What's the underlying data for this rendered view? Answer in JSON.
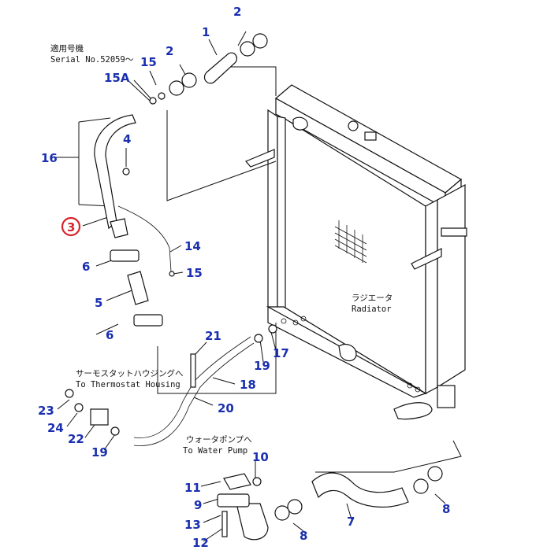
{
  "notes": {
    "applicable_jp": "適用号機",
    "serial": "Serial No.52059～",
    "thermostat_jp": "サーモスタットハウジングへ",
    "thermostat_en": "To Thermostat Housing",
    "waterpump_jp": "ウォータポンプへ",
    "waterpump_en": "To Water Pump",
    "radiator_jp": "ラジエータ",
    "radiator_en": "Radiator"
  },
  "callouts": {
    "c1": "1",
    "c2a": "2",
    "c2b": "2",
    "c3": "3",
    "c4": "4",
    "c5": "5",
    "c6a": "6",
    "c6b": "6",
    "c7": "7",
    "c8a": "8",
    "c8b": "8",
    "c9": "9",
    "c10": "10",
    "c11": "11",
    "c12": "12",
    "c13": "13",
    "c14": "14",
    "c15a": "15",
    "c15b": "15",
    "c15A": "15A",
    "c16": "16",
    "c17": "17",
    "c18": "18",
    "c19a": "19",
    "c19b": "19",
    "c20": "20",
    "c21": "21",
    "c22": "22",
    "c23": "23",
    "c24": "24"
  },
  "colors": {
    "callout": "#1a2fb0",
    "highlight": "#d8222a",
    "line": "#111111"
  }
}
